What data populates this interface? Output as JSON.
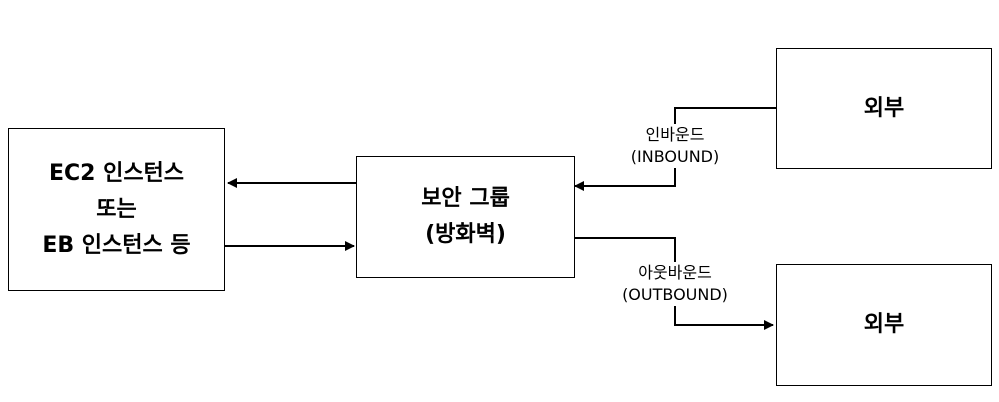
{
  "nodes": {
    "ec2": {
      "lines": [
        "EC2 인스턴스",
        "또는",
        "EB 인스턴스 등"
      ]
    },
    "security_group": {
      "lines": [
        "보안 그룹",
        "(방화벽)"
      ]
    },
    "external_top": {
      "label": "외부"
    },
    "external_bottom": {
      "label": "외부"
    }
  },
  "edges": {
    "inbound": {
      "line1": "인바운드",
      "line2": "(INBOUND)"
    },
    "outbound": {
      "line1": "아웃바운드",
      "line2": "(OUTBOUND)"
    }
  }
}
